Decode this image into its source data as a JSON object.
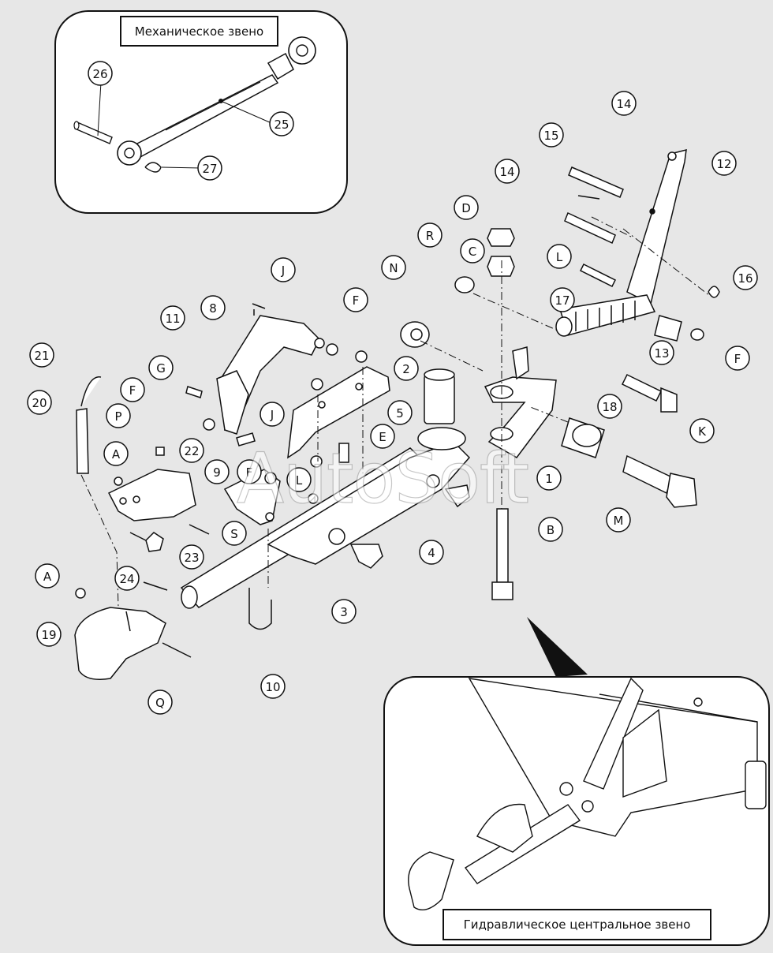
{
  "insets": {
    "mechanical": {
      "title": "Механическое звено"
    },
    "hydraulic": {
      "title": "Гидравлическое центральное звено"
    }
  },
  "watermark": "AutoSoft",
  "callouts": [
    {
      "id": "c26",
      "label": "26"
    },
    {
      "id": "c25",
      "label": "25"
    },
    {
      "id": "c27",
      "label": "27"
    },
    {
      "id": "c14a",
      "label": "14"
    },
    {
      "id": "c15",
      "label": "15"
    },
    {
      "id": "c14b",
      "label": "14"
    },
    {
      "id": "c12",
      "label": "12"
    },
    {
      "id": "cD",
      "label": "D"
    },
    {
      "id": "cR",
      "label": "R"
    },
    {
      "id": "cC",
      "label": "C"
    },
    {
      "id": "cL1",
      "label": "L"
    },
    {
      "id": "c16",
      "label": "16"
    },
    {
      "id": "cN",
      "label": "N"
    },
    {
      "id": "cJ1",
      "label": "J"
    },
    {
      "id": "c17",
      "label": "17"
    },
    {
      "id": "cF1",
      "label": "F"
    },
    {
      "id": "c8",
      "label": "8"
    },
    {
      "id": "c11",
      "label": "11"
    },
    {
      "id": "c13",
      "label": "13"
    },
    {
      "id": "cF2",
      "label": "F"
    },
    {
      "id": "c21",
      "label": "21"
    },
    {
      "id": "c2",
      "label": "2"
    },
    {
      "id": "cG",
      "label": "G"
    },
    {
      "id": "cF3",
      "label": "F"
    },
    {
      "id": "c20",
      "label": "20"
    },
    {
      "id": "c5",
      "label": "5"
    },
    {
      "id": "cK",
      "label": "K"
    },
    {
      "id": "cJ2",
      "label": "J"
    },
    {
      "id": "c18",
      "label": "18"
    },
    {
      "id": "cP",
      "label": "P"
    },
    {
      "id": "cE",
      "label": "E"
    },
    {
      "id": "cA1",
      "label": "A"
    },
    {
      "id": "c22",
      "label": "22"
    },
    {
      "id": "c9",
      "label": "9"
    },
    {
      "id": "cF4",
      "label": "F"
    },
    {
      "id": "cL2",
      "label": "L"
    },
    {
      "id": "c1",
      "label": "1"
    },
    {
      "id": "cM",
      "label": "M"
    },
    {
      "id": "cS",
      "label": "S"
    },
    {
      "id": "cB",
      "label": "B"
    },
    {
      "id": "c4",
      "label": "4"
    },
    {
      "id": "c23",
      "label": "23"
    },
    {
      "id": "cA2",
      "label": "A"
    },
    {
      "id": "c24",
      "label": "24"
    },
    {
      "id": "c3",
      "label": "3"
    },
    {
      "id": "c19",
      "label": "19"
    },
    {
      "id": "c10",
      "label": "10"
    },
    {
      "id": "cQ",
      "label": "Q"
    }
  ]
}
